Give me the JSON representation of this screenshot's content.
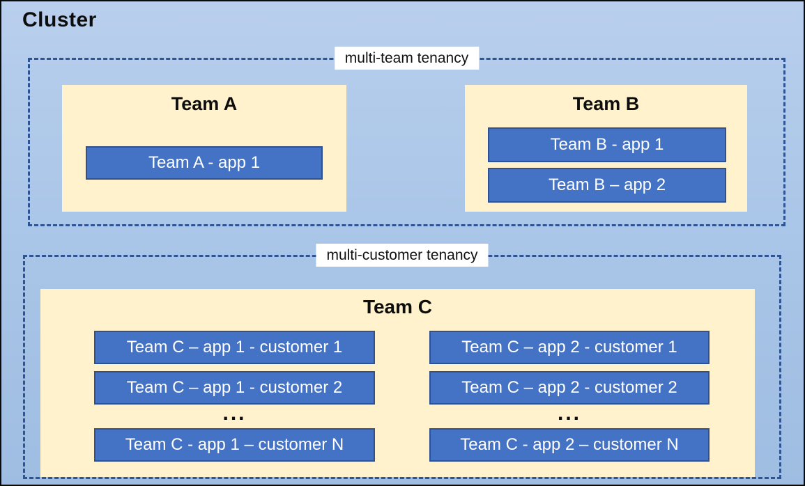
{
  "cluster_title": "Cluster",
  "multi_team": {
    "label": "multi-team tenancy",
    "team_a": {
      "title": "Team A",
      "app1": "Team A - app 1"
    },
    "team_b": {
      "title": "Team B",
      "app1": "Team B - app 1",
      "app2": "Team B – app 2"
    }
  },
  "multi_customer": {
    "label": "multi-customer tenancy",
    "team_c": {
      "title": "Team C",
      "col1": {
        "customer1": "Team C – app 1 - customer 1",
        "customer2": "Team C – app 1 - customer 2",
        "ellipsis": "...",
        "customerN": "Team C - app 1 – customer N"
      },
      "col2": {
        "customer1": "Team C – app 2 - customer 1",
        "customer2": "Team C – app 2 - customer 2",
        "ellipsis": "...",
        "customerN": "Team C - app 2 – customer N"
      }
    }
  },
  "colors": {
    "background_top": "#B9CFED",
    "background_bottom": "#9FBDE2",
    "outer_border": "#0B0B0B",
    "dashed_border": "#2E5496",
    "team_box_fill": "#FFF2CC",
    "app_box_fill": "#4472C4",
    "app_box_border": "#2F528F",
    "app_text": "#FFFFFF",
    "title_text": "#0D0D0D",
    "label_background": "#FFFFFF"
  }
}
